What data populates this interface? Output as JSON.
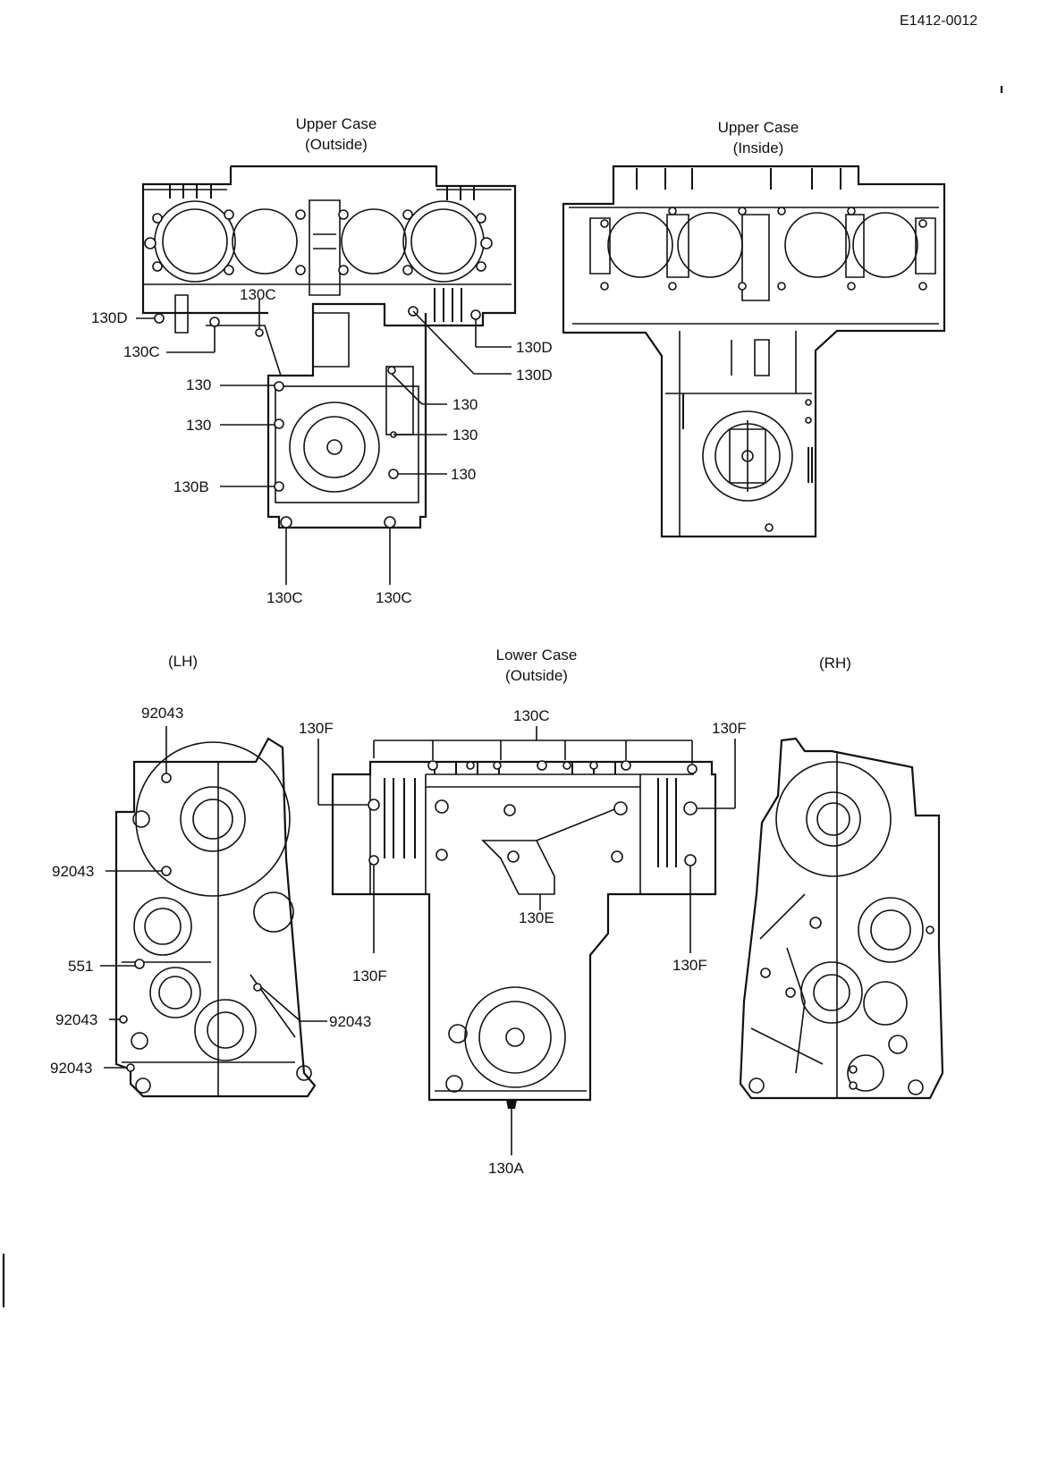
{
  "doc_code": "E1412-0012",
  "titles": {
    "upper_outside": [
      "Upper Case",
      "(Outside)"
    ],
    "upper_inside": [
      "Upper Case",
      "(Inside)"
    ],
    "lower_outside": [
      "Lower  Case",
      "(Outside)"
    ],
    "lh": "(LH)",
    "rh": "(RH)"
  },
  "callouts": {
    "uo_130d_left": "130D",
    "uo_130c_top": "130C",
    "uo_130c_left": "130C",
    "uo_130d_right1": "130D",
    "uo_130d_right2": "130D",
    "uo_130_l1": "130",
    "uo_130_l2": "130",
    "uo_130b": "130B",
    "uo_130_r1": "130",
    "uo_130_r2": "130",
    "uo_130_r3": "130",
    "uo_130c_b1": "130C",
    "uo_130c_b2": "130C",
    "lh_92043_top": "92043",
    "lh_92043_mid": "92043",
    "lh_551": "551",
    "lh_92043_l1": "92043",
    "lh_92043_l2": "92043",
    "lh_92043_r": "92043",
    "lc_130c": "130C",
    "lc_130f_tl": "130F",
    "lc_130f_tr": "130F",
    "lc_130e": "130E",
    "lc_130f_bl": "130F",
    "lc_130f_br": "130F",
    "lc_130a": "130A"
  }
}
